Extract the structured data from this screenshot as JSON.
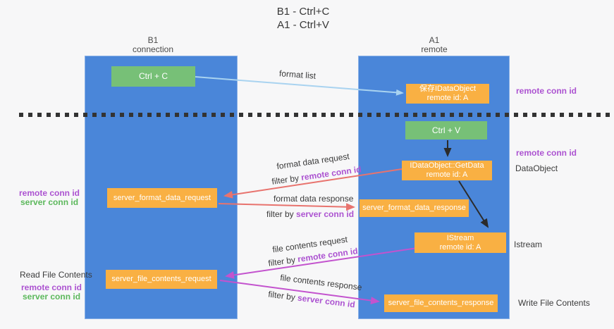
{
  "title": {
    "line1": "B1 - Ctrl+C",
    "line2": "A1 - Ctrl+V"
  },
  "columns": {
    "left": {
      "header_line1": "B1",
      "header_line2": "connection"
    },
    "right": {
      "header_line1": "A1",
      "header_line2": "remote"
    }
  },
  "boxes": {
    "ctrl_c": "Ctrl + C",
    "ctrl_v": "Ctrl + V",
    "save_idataobject": {
      "line1": "保存IDataObject",
      "line2": "remote id: A"
    },
    "getdata": {
      "line1": "IDataObject::GetData",
      "line2": "remote id: A"
    },
    "istream": {
      "line1": "IStream",
      "line2": "remote id: A"
    },
    "server_format_data_request": "server_format_data_request",
    "server_format_data_response": "server_format_data_response",
    "server_file_contents_request": "server_file_contents_request",
    "server_file_contents_response": "server_file_contents_response"
  },
  "flow_labels": {
    "format_list": "format list",
    "format_data_request": {
      "text": "format data request",
      "filter_prefix": "filter by ",
      "filter_key": "remote conn id"
    },
    "format_data_response": {
      "text": "format data response",
      "filter_prefix": "filter by ",
      "filter_key": "server conn id"
    },
    "file_contents_request": {
      "text": "file contents request",
      "filter_prefix": "filter by ",
      "filter_key": "remote conn id"
    },
    "file_contents_response": {
      "text": "file contents response",
      "filter_prefix": "filter by ",
      "filter_key": "server conn id"
    }
  },
  "side_labels": {
    "right_remote_conn_id_top": "remote conn id",
    "right_remote_conn_id_mid": "remote conn id",
    "right_dataobject": "DataObject",
    "right_istream": "Istream",
    "right_write_file_contents": "Write File Contents",
    "left_format_remote_conn_id": "remote conn id",
    "left_format_server_conn_id": "server conn id",
    "left_read_file_contents": "Read File Contents",
    "left_file_remote_conn_id": "remote conn id",
    "left_file_server_conn_id": "server conn id"
  },
  "colors": {
    "column_blue": "#4A86D9",
    "box_green": "#77C077",
    "box_orange": "#F9B043",
    "arrow_blue": "#A9D3F0",
    "arrow_salmon": "#E8736E",
    "arrow_magenta": "#C353CE",
    "arrow_black": "#2B2B2B",
    "label_purple": "#AC53D1",
    "label_green": "#5CB85C",
    "dashed_line": "#333333",
    "text_dark": "#3C3C3C"
  }
}
